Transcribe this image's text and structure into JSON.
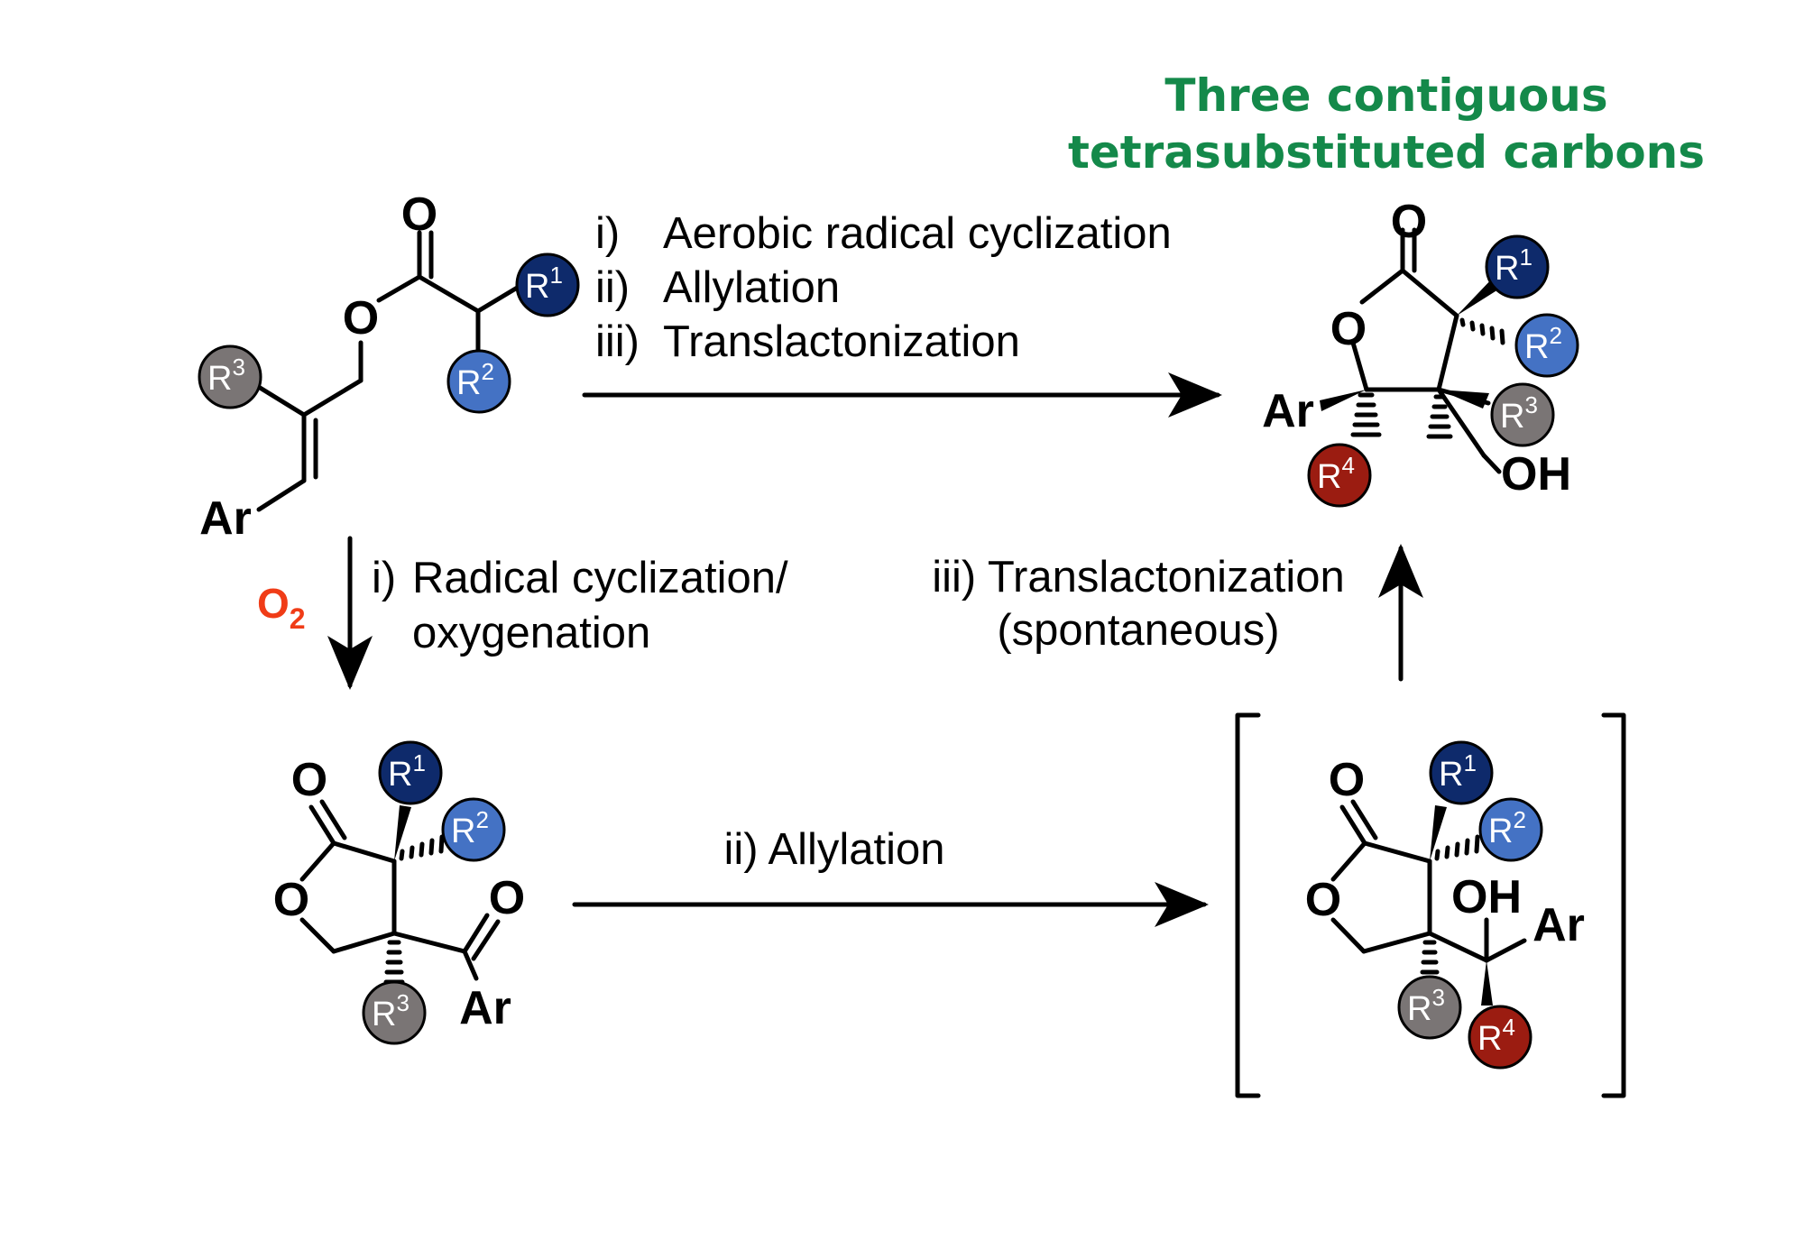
{
  "title": {
    "line1": "Three contiguous",
    "line2": "tetrasubstituted carbons",
    "color": "#14894a"
  },
  "colors": {
    "R1": "#0e2a6b",
    "R2": "#4472c4",
    "R3": "#7a7575",
    "R4": "#9b1c11",
    "highlight_oxygen": "#f03c17"
  },
  "top_arrow": {
    "steps": [
      {
        "num": "i)",
        "text": "Aerobic radical cyclization"
      },
      {
        "num": "ii)",
        "text": "Allylation"
      },
      {
        "num": "iii)",
        "text": "Translactonization"
      }
    ]
  },
  "down_arrow": {
    "reagent_main": "O",
    "reagent_sub": "2",
    "step_num": "i)",
    "line1": "Radical cyclization/",
    "line2": "oxygenation"
  },
  "bottom_arrow": {
    "label": "ii) Allylation"
  },
  "up_arrow": {
    "line1": "iii) Translactonization",
    "line2": "(spontaneous)"
  },
  "atoms": {
    "O": "O",
    "Ar": "Ar",
    "OH": "OH",
    "R": "R"
  },
  "substituents": {
    "R1": "1",
    "R2": "2",
    "R3": "3",
    "R4": "4"
  }
}
